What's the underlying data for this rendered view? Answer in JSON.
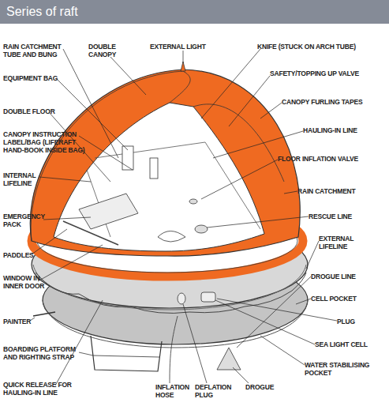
{
  "diagram": {
    "title": "Series of raft",
    "labels": [
      "RAIN CATCHMENT TUBE AND BUNG",
      "DOUBLE CANOPY",
      "EXTERNAL LIGHT",
      "KNIFE (STUCK ON ARCH TUBE)",
      "EQUIPMENT BAG",
      "SAFETY/TOPPING UP VALVE",
      "DOUBLE FLOOR",
      "CANOPY FURLING TAPES",
      "CANOPY INSTRUCTION LABEL/BAG (LIFERAFT HAND-BOOK INSIDE BAG)",
      "HAULING-IN LINE",
      "FLOOR INFLATION VALVE",
      "INTERNAL LIFELINE",
      "RAIN CATCHMENT",
      "EMERGENCY PACK",
      "RESCUE LINE",
      "EXTERNAL LIFELINE",
      "PADDLES",
      "WINDOW IN INNER DOOR",
      "DROGUE LINE",
      "CELL POCKET",
      "PAINTER",
      "PLUG",
      "SEA LIGHT CELL",
      "BOARDING PLATFORM AND RIGHTING STRAP",
      "WATER STABILISING POCKET",
      "QUICK RELEASE FOR HAULING-IN LINE",
      "INFLATION HOSE",
      "DEFLATION PLUG",
      "DROGUE"
    ]
  }
}
